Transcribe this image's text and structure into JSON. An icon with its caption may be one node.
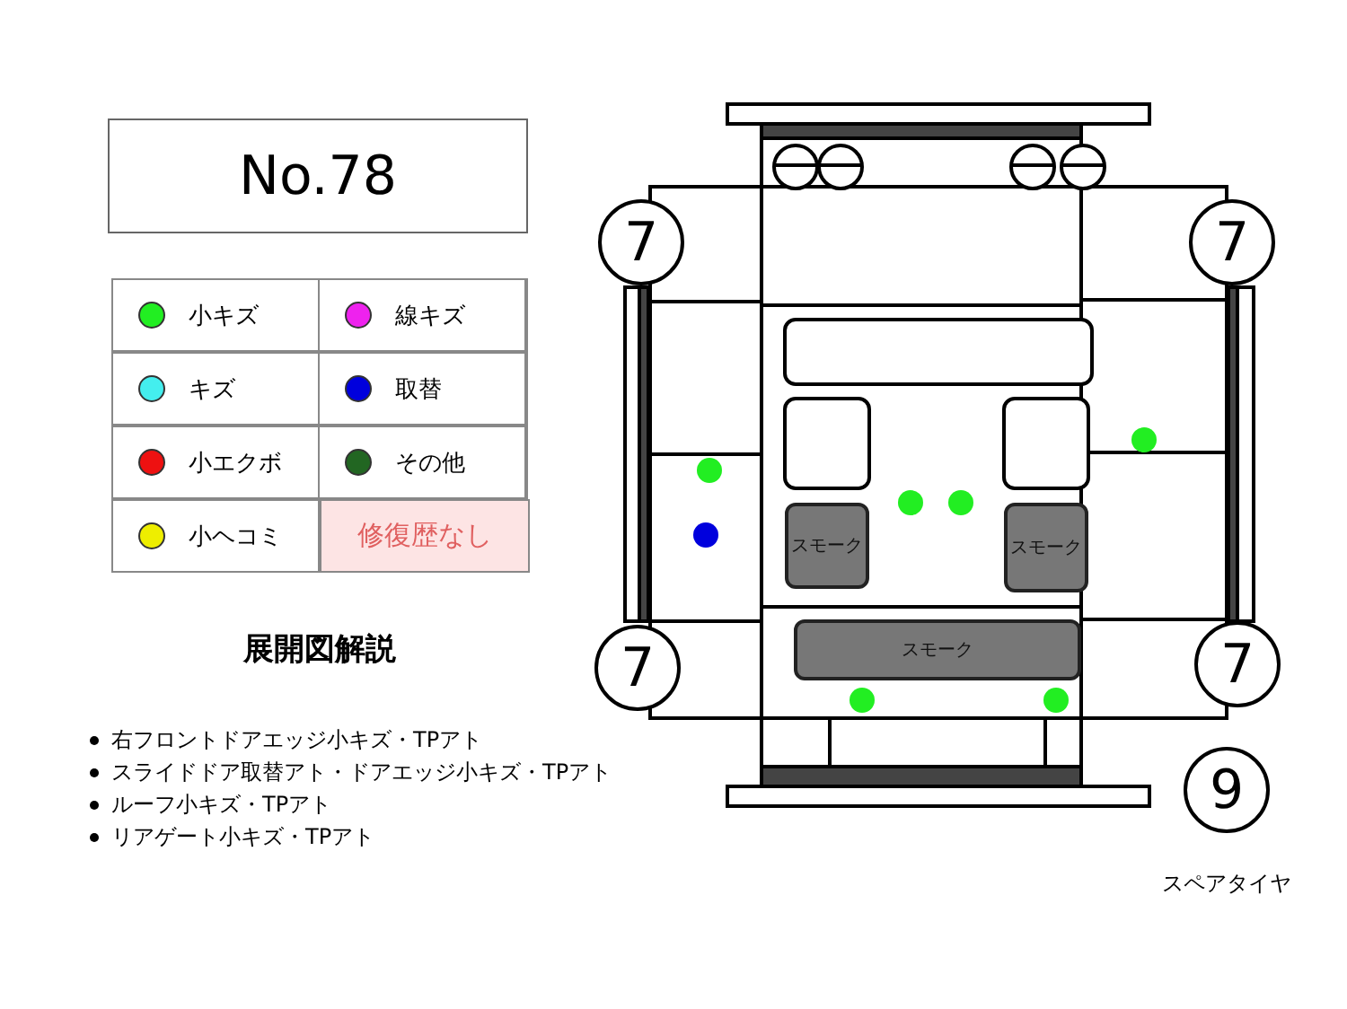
{
  "diagram": {
    "nodes": [
      {
        "text": [
          "No.78"
        ]
      },
      {
        "text": [
          "7"
        ]
      },
      {
        "text": [
          "7"
        ]
      },
      {
        "text": [
          "7"
        ]
      },
      {
        "text": [
          "7"
        ]
      },
      {
        "text": [
          "9"
        ],
        "beside": [
          "スペアタイヤ"
        ]
      },
      {
        "text": [
          "スモーク"
        ]
      },
      {
        "text": [
          "スモーク"
        ]
      },
      {
        "text": [
          "スモーク"
        ]
      }
    ],
    "labels": [
      "修復歴なし",
      "展開図解説",
      "右フロントドアエッジ小キズ・TPアト",
      "スライドドア取替アト・ドアエッジ小キズ・TPアト",
      "ルーフ小キズ・TPアト",
      "リアゲート小キズ・TPアト"
    ],
    "legend": [
      {
        "text": "小キズ",
        "color": "#22ee22"
      },
      {
        "text": "線キズ",
        "color": "#ee22ee"
      },
      {
        "text": "キズ",
        "color": "#44eeee"
      },
      {
        "text": "取替",
        "color": "#0000dd"
      },
      {
        "text": "小エクボ",
        "color": "#ee1111"
      },
      {
        "text": "その他",
        "color": "#226622"
      },
      {
        "text": "小ヘコミ",
        "color": "#eeee00"
      }
    ]
  }
}
